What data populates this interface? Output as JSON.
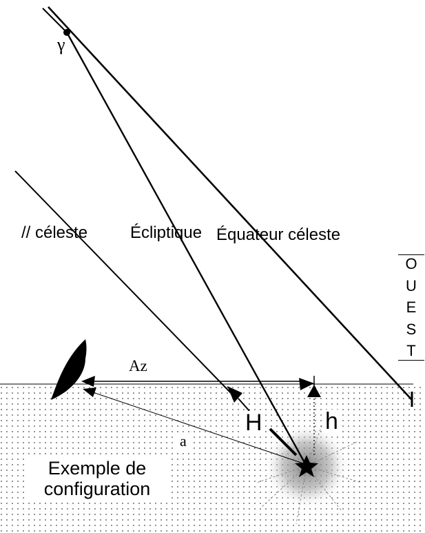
{
  "labels": {
    "gamma": "γ",
    "parallel_celeste": "// céleste",
    "ecliptique": "Écliptique",
    "equateur": "Équateur céleste",
    "az": "Az",
    "a": "a",
    "H": "H",
    "h": "h",
    "caption_line1": "Exemple de",
    "caption_line2": "configuration"
  },
  "ouest_letters": [
    "O",
    "U",
    "E",
    "S",
    "T"
  ],
  "colors": {
    "ink": "#000000",
    "ground_dots": "#444444",
    "sun_glow": "#8a8a8a",
    "paper": "#ffffff"
  }
}
